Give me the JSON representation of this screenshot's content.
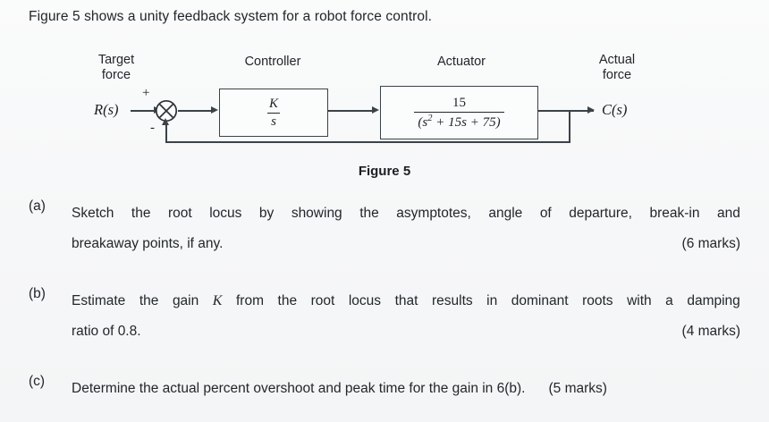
{
  "document": {
    "intro": "Figure 5 shows a unity feedback system for a robot force control.",
    "figure_caption": "Figure 5"
  },
  "diagram": {
    "input_label_line1": "Target",
    "input_label_line2": "force",
    "input_signal": "R(s)",
    "plus_sign": "+",
    "minus_sign": "-",
    "summing_junction_name": "summing-junction",
    "controller": {
      "title": "Controller",
      "numerator": "K",
      "denominator": "s"
    },
    "actuator": {
      "title": "Actuator",
      "numerator": "15",
      "denominator_pre": "(s",
      "denominator_sup": "2",
      "denominator_post": " + 15s + 75)"
    },
    "output_label_line1": "Actual",
    "output_label_line2": "force",
    "output_signal": "C(s)"
  },
  "questions": [
    {
      "label": "(a)",
      "line1": "Sketch the root locus by showing the asymptotes, angle of departure, break-in and",
      "line1_words": [
        "Sketch",
        "the",
        "root",
        "locus",
        "by",
        "showing",
        "the",
        "asymptotes,",
        "angle",
        "of",
        "departure,",
        "break-in",
        "and"
      ],
      "line2": "breakaway points, if any.",
      "marks": "(6 marks)",
      "marks_position": "line2-right"
    },
    {
      "label": "(b)",
      "line1_pre": "Estimate the gain ",
      "line1_var": "K",
      "line1_post": " from the root locus that results in dominant roots with a damping",
      "line1_words_pre": [
        "Estimate",
        "the",
        "gain"
      ],
      "line1_words_post": [
        "from",
        "the",
        "root",
        "locus",
        "that",
        "results",
        "in",
        "dominant",
        "roots",
        "with",
        "a",
        "damping"
      ],
      "line2": "ratio of 0.8.",
      "marks": "(4 marks)",
      "marks_position": "line2-right"
    },
    {
      "label": "(c)",
      "line1": "Determine the actual percent overshoot and peak time for the gain in 6(b).",
      "marks": "(5 marks)",
      "marks_position": "line1-inline"
    }
  ],
  "colors": {
    "background": "#f8f9fa",
    "text": "#22272b",
    "line": "#3b4248"
  }
}
